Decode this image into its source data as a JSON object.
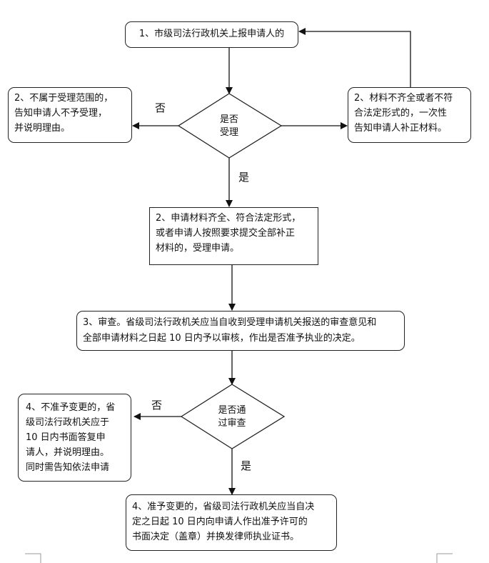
{
  "flow": {
    "step1": "1、市级司法行政机关上报申请人的",
    "decision1": [
      "是否",
      "受理"
    ],
    "reject1": [
      "2、不属于受理范围的，",
      "告知申请人不予受理，",
      "并说明理由。"
    ],
    "incomplete": [
      "2、材料不齐全或者不符",
      "合法定形式的，一次性",
      "告知申请人补正材料。"
    ],
    "accept": [
      "2、申请材料齐全、符合法定形式，",
      "或者申请人按照要求提交全部补正",
      "材料的，受理申请。"
    ],
    "review": [
      "3、审查。省级司法行政机关应当自收到受理申请机关报送的审查意见和",
      "全部申请材料之日起 10 日内予以审核，作出是否准予执业的决定。"
    ],
    "decision2": [
      "是否通",
      "过审查"
    ],
    "reject2": [
      "4、不准予变更的，省",
      "级司法行政机关应于",
      "10 日内书面答复申",
      "请人，并说明理由。",
      "同时需告知依法申请"
    ],
    "approve": [
      "4、准予变更的，省级司法行政机关应当自决",
      "定之日起 10 日内向申请人作出准予许可的",
      "书面决定（盖章）并换发律师执业证书。"
    ],
    "labels": {
      "no1": "否",
      "yes1": "是",
      "no2": "否",
      "yes2": "是"
    }
  }
}
